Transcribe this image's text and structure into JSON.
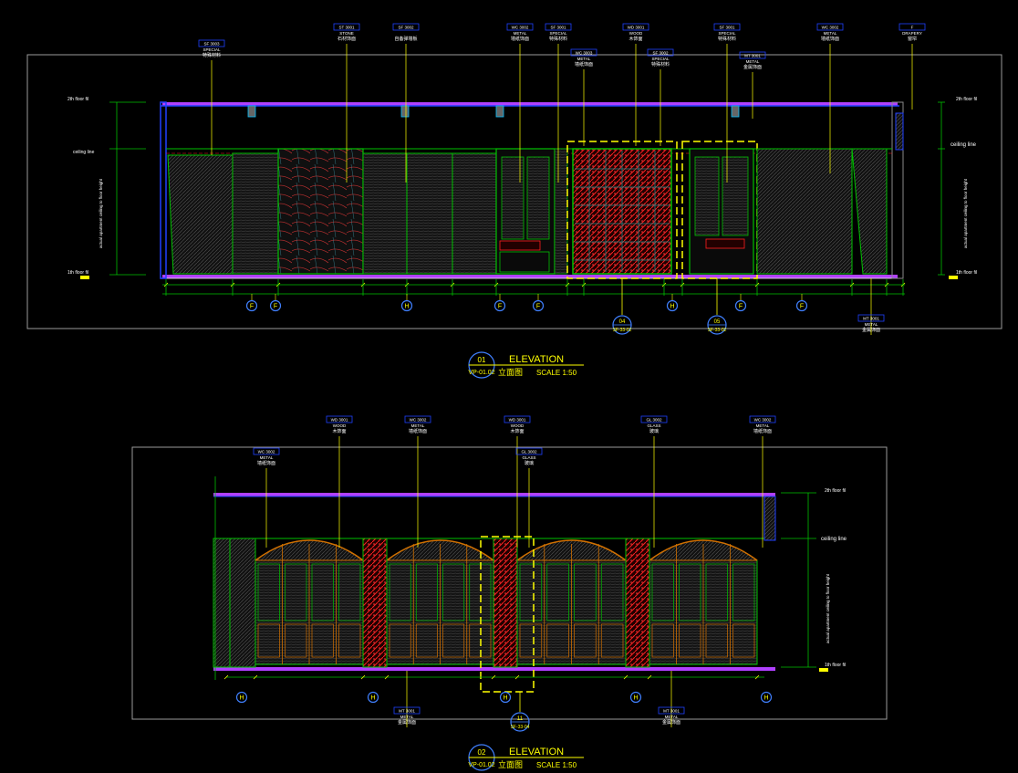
{
  "drawing1": {
    "callouts": [
      {
        "code": "SF 3003",
        "en": "SPECIAL",
        "cn": "特殊材料"
      },
      {
        "code": "ST 3001",
        "en": "STONE",
        "cn": "石材饰面"
      },
      {
        "code": "SF 3002",
        "en": "",
        "cn": "自备弹墙板"
      },
      {
        "code": "WC 3002",
        "en": "METAL",
        "cn": "墙纸饰面"
      },
      {
        "code": "SF 3001",
        "en": "SPECIAL",
        "cn": "特殊材料"
      },
      {
        "code": "WD 3001",
        "en": "WOOD",
        "cn": "木饰面"
      },
      {
        "code": "SF 3001",
        "en": "SPECIAL",
        "cn": "特殊材料"
      },
      {
        "code": "WC 3002",
        "en": "METAL",
        "cn": "墙纸饰面"
      },
      {
        "code": "F",
        "en": "DRAPERY",
        "cn": "窗帘"
      },
      {
        "code": "WC 3003",
        "en": "METAL",
        "cn": "墙纸饰面"
      },
      {
        "code": "SF 3002",
        "en": "SPECIAL",
        "cn": "特殊材料"
      },
      {
        "code": "MT 3001",
        "en": "METAL",
        "cn": "金属饰面"
      },
      {
        "code": "MT 3001",
        "en": "METAL",
        "cn": "金属饰面"
      }
    ],
    "level_labels": {
      "floor_top": "2th floor fil",
      "ceiling": "ceiling line",
      "floor_bottom": "1th floor fil",
      "side_note": "actual apartment ceiling to floor height"
    },
    "bubbles": [
      "F",
      "F",
      "H",
      "F",
      "F",
      "H",
      "F",
      "F"
    ],
    "section_marks": [
      {
        "num": "04",
        "ref": "SF-33-02"
      },
      {
        "num": "05",
        "ref": "SF-33-02"
      }
    ],
    "title": {
      "num": "01",
      "ref": "VP-01.02",
      "name": "ELEVATION",
      "cn": "立面图",
      "scale": "SCALE 1:50"
    }
  },
  "drawing2": {
    "callouts": [
      {
        "code": "WC 3002",
        "en": "METAL",
        "cn": "墙纸饰面"
      },
      {
        "code": "WD 3001",
        "en": "WOOD",
        "cn": "木饰面"
      },
      {
        "code": "WC 3002",
        "en": "METAL",
        "cn": "墙纸饰面"
      },
      {
        "code": "WD 3001",
        "en": "WOOD",
        "cn": "木饰面"
      },
      {
        "code": "GL 3002",
        "en": "GLASS",
        "cn": "玻璃"
      },
      {
        "code": "GL 3002",
        "en": "GLASS",
        "cn": "玻璃"
      },
      {
        "code": "WC 3002",
        "en": "METAL",
        "cn": "墙纸饰面"
      },
      {
        "code": "MT 3001",
        "en": "METAL",
        "cn": "金属饰面"
      },
      {
        "code": "MT 3001",
        "en": "METAL",
        "cn": "金属饰面"
      }
    ],
    "level_labels": {
      "floor_top": "2th floor fil",
      "ceiling": "ceiling line",
      "floor_bottom": "1th floor fil",
      "side_note": "actual apartment ceiling to floor height"
    },
    "bubbles": [
      "H",
      "H",
      "H",
      "H",
      "H"
    ],
    "section_mark": {
      "num": "11",
      "ref": "SF-33-04"
    },
    "title": {
      "num": "02",
      "ref": "VP-01.02",
      "name": "ELEVATION",
      "cn": "立面图",
      "scale": "SCALE 1:50"
    }
  },
  "colors": {
    "background": "#000000",
    "yellow": "#ffff00",
    "green": "#00c000",
    "magenta": "#c040ff",
    "blue": "#2040ff",
    "red": "#ff2020",
    "orange": "#d07000",
    "gray": "#8a8a8a",
    "white": "#ffffff"
  }
}
